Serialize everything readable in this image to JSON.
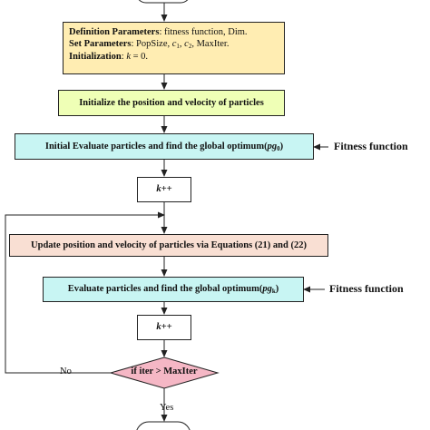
{
  "colors": {
    "params_fill": "#ffedb2",
    "green_fill": "#efffb6",
    "cyan_fill": "#c8f5f3",
    "salmon_fill": "#f9dfd3",
    "pink_fill": "#f5b7c5",
    "white_fill": "#ffffff",
    "line": "#222222"
  },
  "params": {
    "def_label": "Definition Parameters",
    "def_text": ":  fitness function, Dim.",
    "set_label": "Set Parameters",
    "set_text_1": ": PopSize, ",
    "set_c1": "c",
    "set_c1_sub": "1",
    "set_sep": ", ",
    "set_c2": "c",
    "set_c2_sub": "2",
    "set_text_2": ", MaxIter.",
    "init_label": "Initialization",
    "init_text_1": ": ",
    "init_k": "k",
    "init_text_2": " = 0."
  },
  "init_pos": "Initialize the position and velocity of particles",
  "initial_eval": {
    "text": "Initial Evaluate particles and find the global optimum(",
    "var": "pg",
    "sub": "0",
    "close": ")"
  },
  "k_inc_1": "k++",
  "update": "Update position and velocity of particles via Equations (21) and (22)",
  "eval": {
    "text": "Evaluate particles and find the global optimum(",
    "var": "pg",
    "sub": "k",
    "close": ")"
  },
  "k_inc_2": "k++",
  "decision": "if iter > MaxIter",
  "no_label": "No",
  "yes_label": "Yes",
  "fitness_1": "Fitness function",
  "fitness_2": "Fitness function"
}
